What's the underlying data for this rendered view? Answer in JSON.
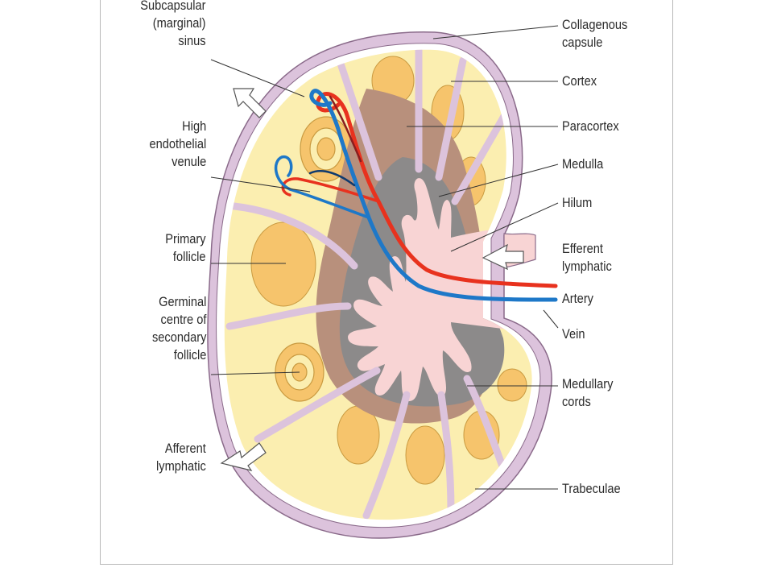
{
  "diagram": {
    "labels_left": [
      {
        "id": "subcapsular-sinus",
        "text": "Subcapsular\n(marginal)\nsinus"
      },
      {
        "id": "high-endothelial-venule",
        "text": "High\nendothelial\nvenule"
      },
      {
        "id": "primary-follicle",
        "text": "Primary\nfollicle"
      },
      {
        "id": "germinal-centre",
        "text": "Germinal\ncentre of\nsecondary\nfollicle"
      },
      {
        "id": "afferent-lymphatic",
        "text": "Afferent\nlymphatic"
      }
    ],
    "labels_right": [
      {
        "id": "collagenous-capsule",
        "text": "Collagenous\ncapsule"
      },
      {
        "id": "cortex",
        "text": "Cortex"
      },
      {
        "id": "paracortex",
        "text": "Paracortex"
      },
      {
        "id": "medulla",
        "text": "Medulla"
      },
      {
        "id": "hilum",
        "text": "Hilum"
      },
      {
        "id": "efferent-lymphatic",
        "text": "Efferent\nlymphatic"
      },
      {
        "id": "artery",
        "text": "Artery"
      },
      {
        "id": "vein",
        "text": "Vein"
      },
      {
        "id": "medullary-cords",
        "text": "Medullary\ncords"
      },
      {
        "id": "trabeculae",
        "text": "Trabeculae"
      }
    ],
    "colors": {
      "capsule": "#dcc3dc",
      "capsule_edge": "#8a6a8a",
      "sinus": "#ffffff",
      "cortex": "#fbeeb0",
      "follicle": "#f6c46c",
      "paracortex": "#b8907c",
      "medulla": "#8c8a8a",
      "hilum": "#f8d4d4",
      "artery": "#e8321e",
      "vein": "#1e78c8"
    }
  }
}
